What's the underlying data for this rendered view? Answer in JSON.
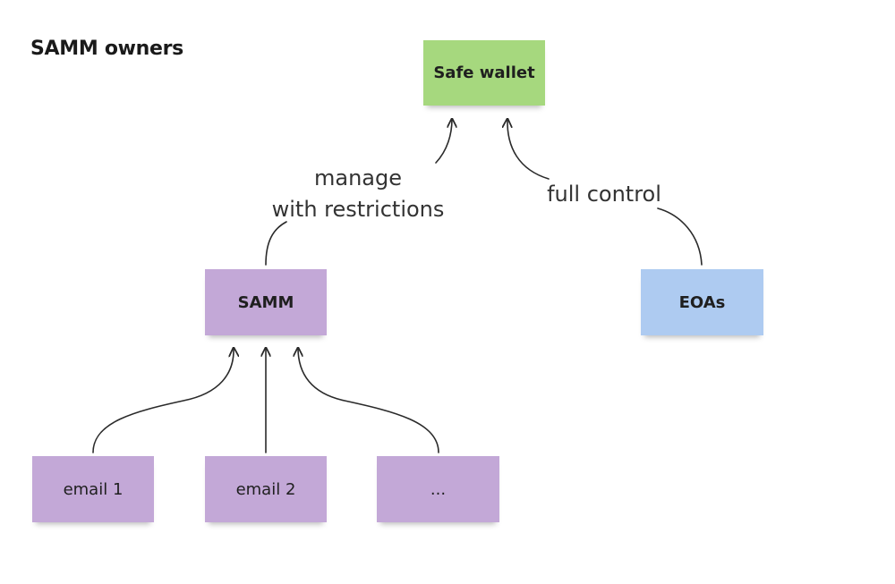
{
  "title": "SAMM owners",
  "nodes": {
    "safe_wallet": {
      "label": "Safe wallet",
      "color": "#a6d87e"
    },
    "samm": {
      "label": "SAMM",
      "color": "#c3a8d7"
    },
    "eoas": {
      "label": "EOAs",
      "color": "#aecbf1"
    },
    "email1": {
      "label": "email 1",
      "color": "#c3a8d7"
    },
    "email2": {
      "label": "email 2",
      "color": "#c3a8d7"
    },
    "more": {
      "label": "...",
      "color": "#c3a8d7"
    }
  },
  "edges": {
    "manage_line1": "manage",
    "manage_line2": "with restrictions",
    "full_control": "full control"
  }
}
